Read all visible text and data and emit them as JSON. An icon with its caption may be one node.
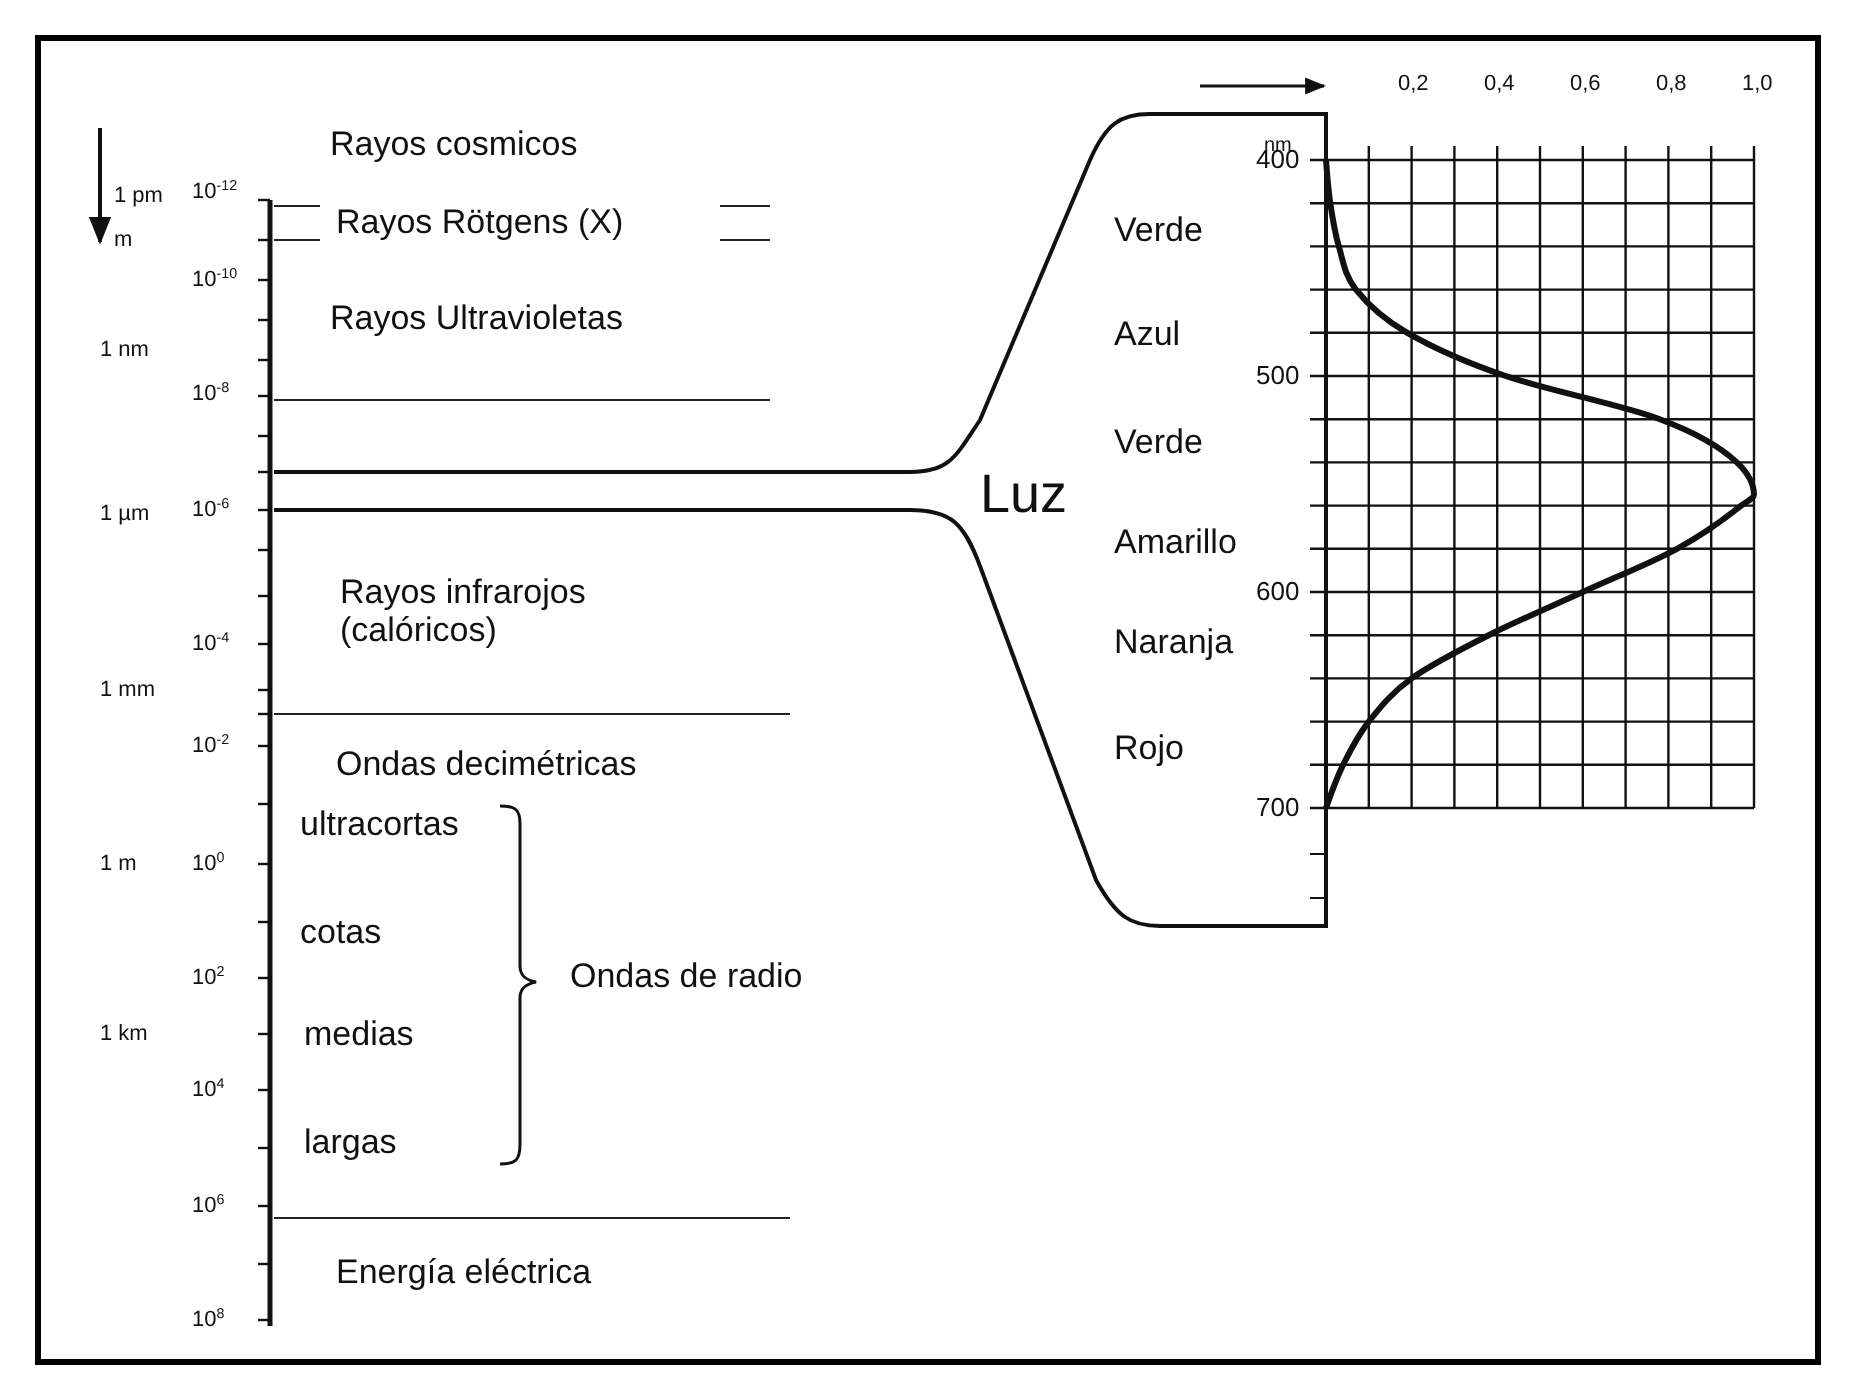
{
  "diagram": {
    "labels": [
      "Rayos cosmicos",
      "1 pm",
      "10$^{-12}$",
      "Rayos Rötgens (X)",
      "m",
      "10$^{-10}$",
      "Rayos Ultravioletas",
      "1 nm",
      "10$^{-8}$",
      "1 µm",
      "10$^{-6}$",
      "Rayos infrarojos (calóricos)",
      "10$^{-4}$",
      "1 mm",
      "10$^{-2}$",
      "Ondas decimétricas",
      "ultracortas",
      "1 m",
      "10$^{0}$",
      "cotas",
      "10$^{2}$",
      "Ondas de radio",
      "1 km",
      "medias",
      "10$^{4}$",
      "largas",
      "10$^{6}$",
      "Energía eléctrica",
      "10$^{8}$",
      "nm",
      "Verde",
      "Azul",
      "Verde",
      "Luz",
      "Amarillo",
      "Naranja",
      "Rojo",
      "0,2",
      "0,4",
      "0,6",
      "0,8",
      "1,0",
      "400",
      "500",
      "600",
      "700"
    ]
  }
}
